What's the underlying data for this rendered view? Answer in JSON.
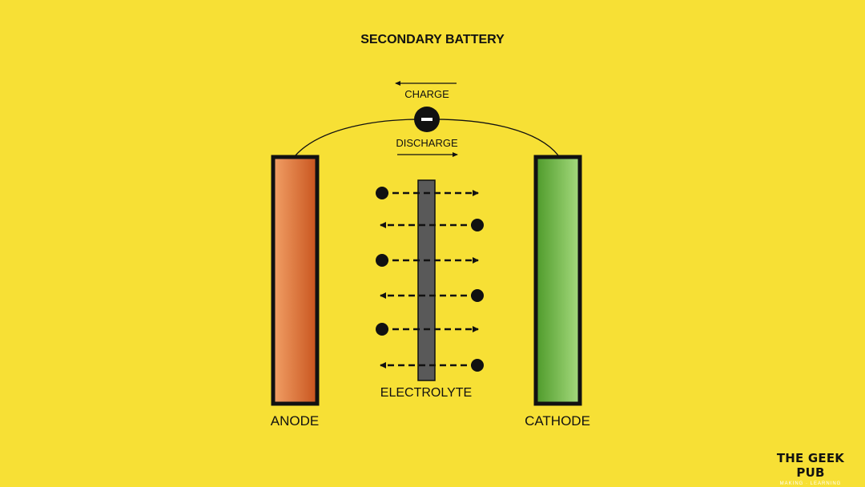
{
  "title": "SECONDARY BATTERY",
  "labels": {
    "charge": "CHARGE",
    "discharge": "DISCHARGE",
    "anode": "ANODE",
    "cathode": "CATHODE",
    "electrolyte": "ELECTROLYTE"
  },
  "electron_symbol": "−",
  "ions": [
    {
      "direction": "right"
    },
    {
      "direction": "left"
    },
    {
      "direction": "right"
    },
    {
      "direction": "left"
    },
    {
      "direction": "right"
    },
    {
      "direction": "left"
    }
  ],
  "logo": {
    "name": "THE GEEK PUB",
    "tagline": "MAKING · LEARNING"
  },
  "colors": {
    "background": "#F7E035",
    "anode_dark": "#C8541E",
    "anode_light": "#F2A066",
    "cathode_dark": "#4E9A2A",
    "cathode_light": "#A6DB7E",
    "electrolyte": "#595959",
    "outline": "#111111"
  }
}
